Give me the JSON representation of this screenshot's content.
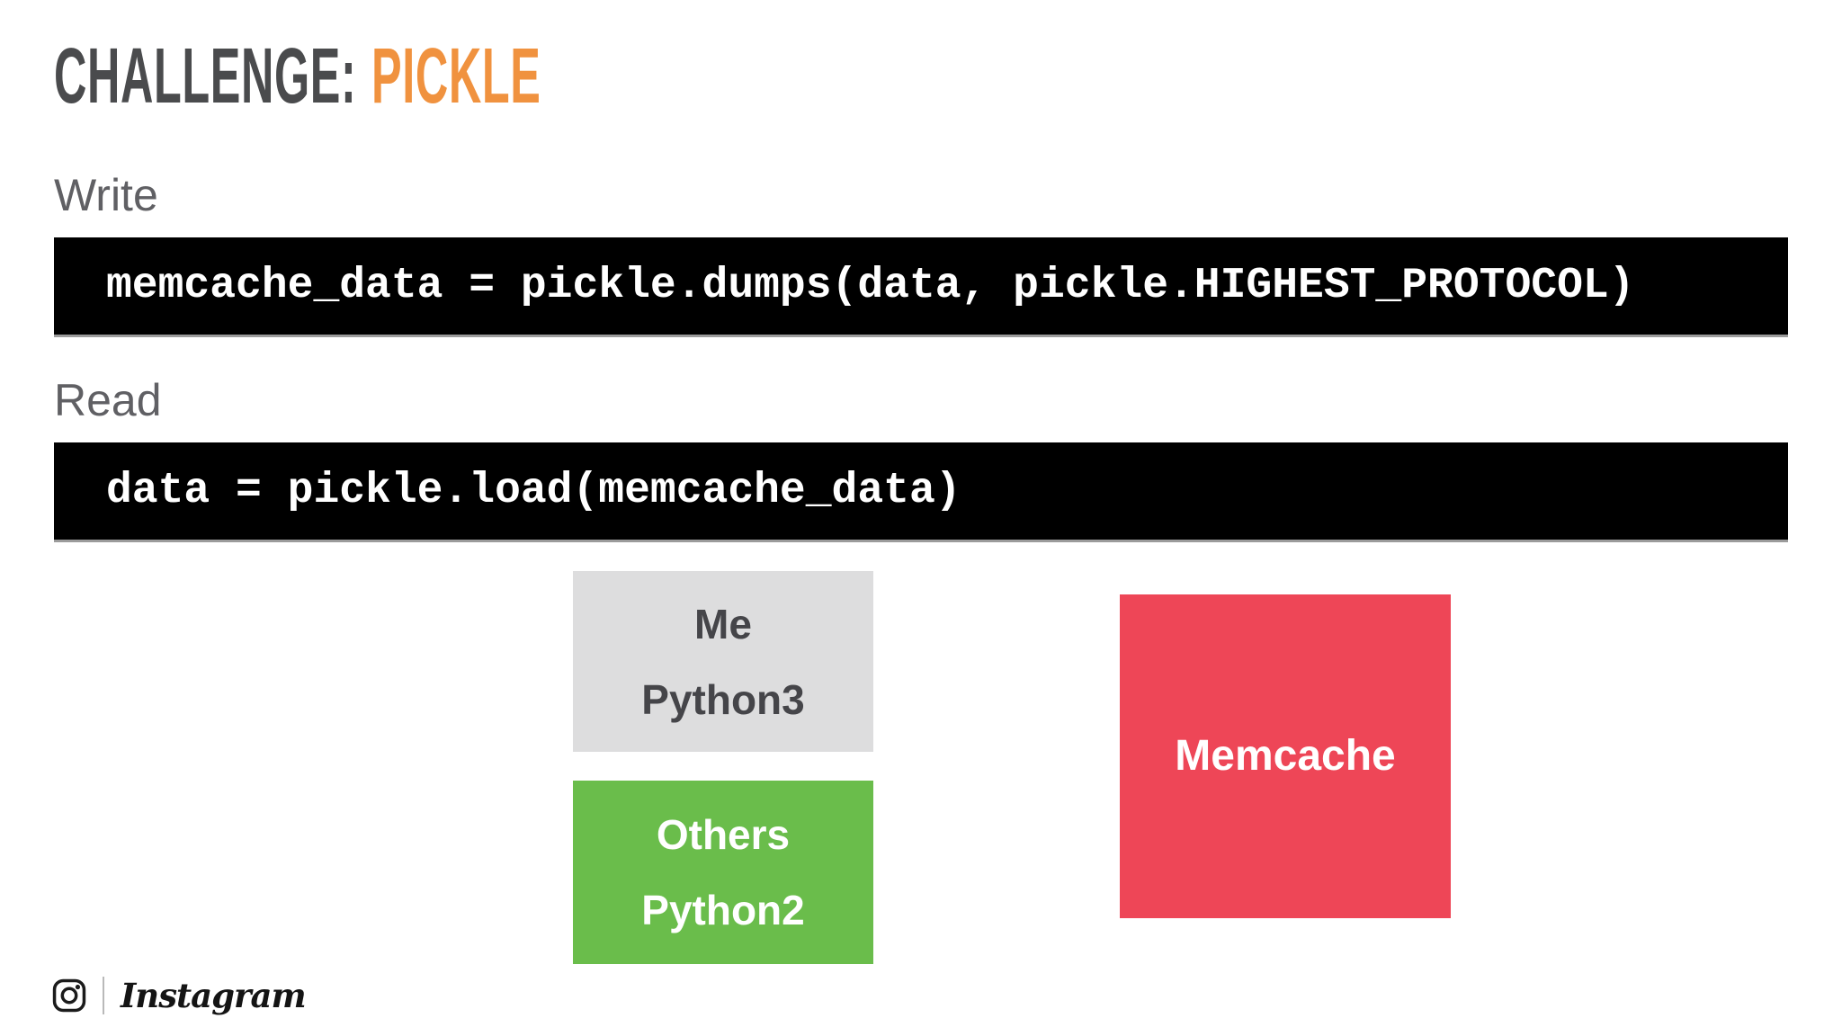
{
  "title": {
    "prefix": "CHALLENGE:",
    "highlight": "PICKLE",
    "prefix_color": "#4A4B4D",
    "highlight_color": "#F0923F"
  },
  "sections": [
    {
      "label": "Write",
      "code": "memcache_data = pickle.dumps(data, pickle.HIGHEST_PROTOCOL)"
    },
    {
      "label": "Read",
      "code": "data = pickle.load(memcache_data)"
    }
  ],
  "labels_color": "#606064",
  "code_style": {
    "bg": "#000000",
    "fg": "#FFFFFF"
  },
  "boxes": [
    {
      "id": "me",
      "lines": [
        "Me",
        "Python3"
      ],
      "bg": "#DDDDDE",
      "fg": "#454549"
    },
    {
      "id": "others",
      "lines": [
        "Others",
        "Python2"
      ],
      "bg": "#6ABD4B",
      "fg": "#FFFFFF"
    },
    {
      "id": "memcache",
      "lines": [
        "Memcache"
      ],
      "bg": "#EE4657",
      "fg": "#FFFFFF"
    }
  ],
  "footer": {
    "icon": "instagram-camera-icon",
    "brand": "Instagram",
    "icon_color": "#1b1b1b"
  }
}
